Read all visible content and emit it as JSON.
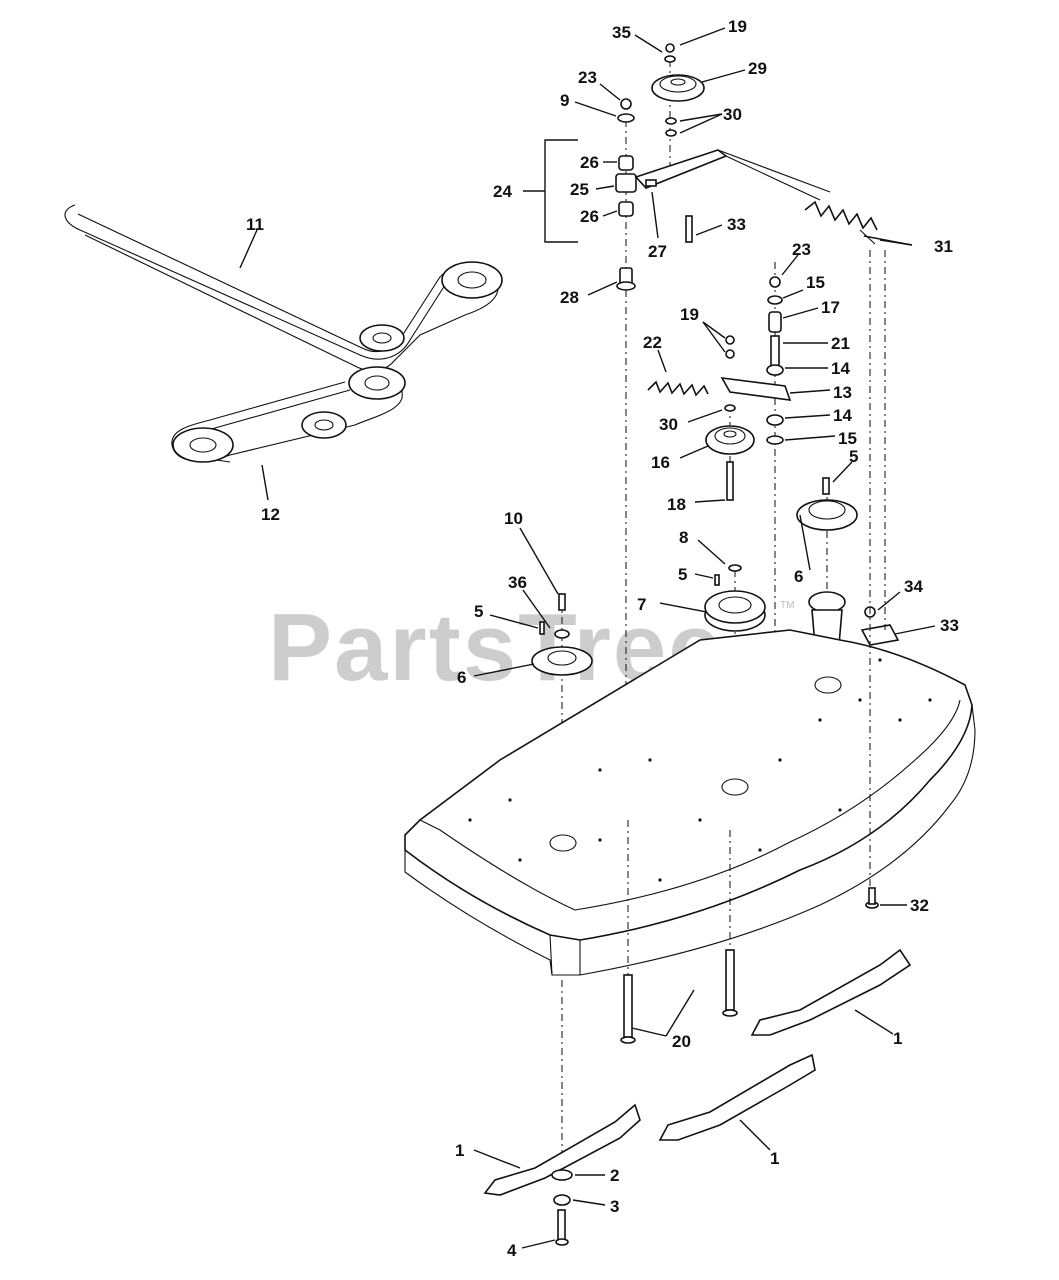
{
  "watermark": {
    "text": "PartsTree",
    "mark": "TM"
  },
  "callouts": {
    "c35": "35",
    "c19a": "19",
    "c23a": "23",
    "c29": "29",
    "c9": "9",
    "c30a": "30",
    "c26a": "26",
    "c24": "24",
    "c25": "25",
    "c26b": "26",
    "c27": "27",
    "c33a": "33",
    "c11": "11",
    "c28": "28",
    "c23b": "23",
    "c31": "31",
    "c15a": "15",
    "c17": "17",
    "c19b": "19",
    "c22": "22",
    "c21": "21",
    "c14a": "14",
    "c13": "13",
    "c30b": "30",
    "c14b": "14",
    "c15b": "15",
    "c16": "16",
    "c12": "12",
    "c5a": "5",
    "c18": "18",
    "c10": "10",
    "c8": "8",
    "c6a": "6",
    "c5b": "5",
    "c36": "36",
    "c7": "7",
    "c34": "34",
    "c33b": "33",
    "c5c": "5",
    "c6b": "6",
    "c32": "32",
    "c1a": "1",
    "c20": "20",
    "c1b": "1",
    "c1c": "1",
    "c2": "2",
    "c3": "3",
    "c4": "4"
  }
}
